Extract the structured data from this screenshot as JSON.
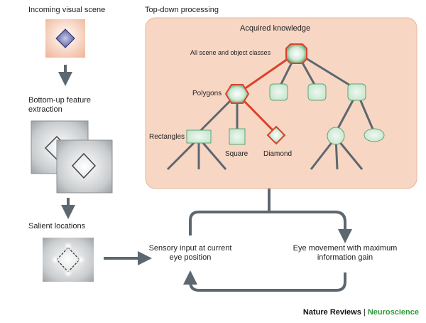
{
  "left": {
    "incoming_label": "Incoming visual scene",
    "bottom_up_label": "Bottom-up feature extraction",
    "salient_label": "Salient locations"
  },
  "topdown": {
    "header": "Top-down processing",
    "box_title": "Acquired knowledge",
    "nodes": {
      "root": "All scene and object classes",
      "polygons": "Polygons",
      "rectangles": "Rectangles",
      "square": "Square",
      "diamond": "Diamond"
    }
  },
  "loop": {
    "sensory_input": "Sensory input at current eye position",
    "eye_movement": "Eye movement with maximum information gain"
  },
  "footer": {
    "journal": "Nature Reviews",
    "separator": " | ",
    "section": "Neuroscience"
  },
  "colors": {
    "panel_fill": "#f7d6c4",
    "node_green": "#2e9a55",
    "highlight_path": "#d8432a",
    "connector_gray": "#5d6770"
  },
  "icons": [
    "diamond-icon",
    "arrow-down-icon",
    "arrow-right-icon"
  ]
}
